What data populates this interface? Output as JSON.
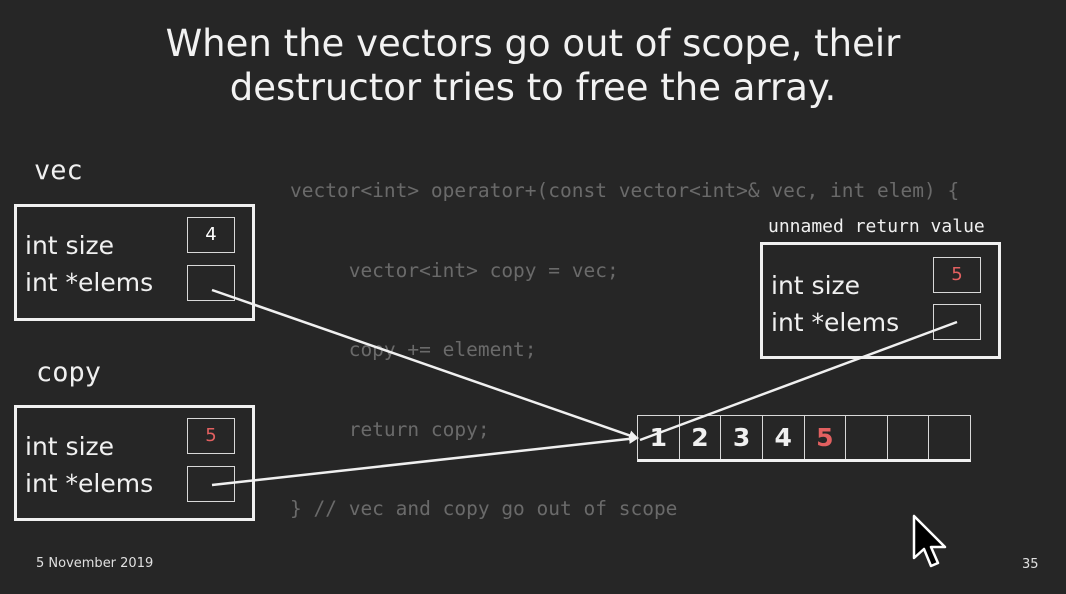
{
  "slide": {
    "title_line1": "When the vectors go out of scope, their",
    "title_line2": "destructor tries to free the array.",
    "date": "5 November 2019",
    "page_number": "35"
  },
  "code_lines": [
    "vector<int> operator+(const vector<int>& vec, int elem) {",
    "     vector<int> copy = vec;",
    "     copy += element;",
    "     return copy;",
    "} // vec and copy go out of scope"
  ],
  "objects": {
    "vec": {
      "label": "vec",
      "size_label": "int size",
      "elems_label": "int *elems",
      "size_value": "4"
    },
    "copy": {
      "label": "copy",
      "size_label": "int size",
      "elems_label": "int *elems",
      "size_value": "5"
    },
    "ret": {
      "label": "unnamed return value",
      "size_label": "int size",
      "elems_label": "int *elems",
      "size_value": "5"
    }
  },
  "array": {
    "cells": [
      "1",
      "2",
      "3",
      "4",
      "5",
      "",
      "",
      ""
    ],
    "highlight_index": 4
  },
  "colors": {
    "background": "#262626",
    "highlight": "#e26060",
    "code": "#6a6a6a"
  }
}
